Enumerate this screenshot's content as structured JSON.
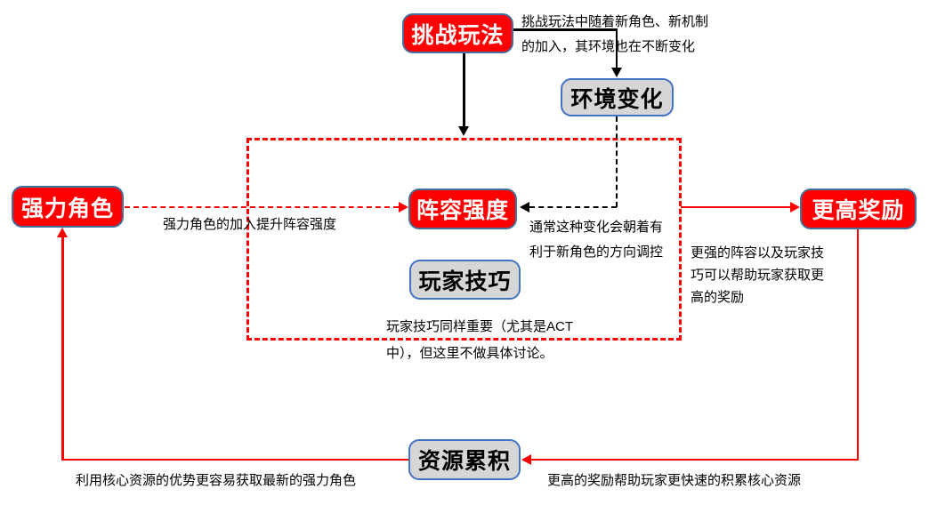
{
  "colors": {
    "node_red_fill": "#fe0000",
    "node_red_border": "#41719c",
    "node_gray_fill": "#d6d6d6",
    "node_gray_border": "#4472c4",
    "line_black": "#000000",
    "line_red": "#fe0000",
    "text_black": "#000000",
    "text_on_red": "#ffffff"
  },
  "nodes": {
    "challenge": {
      "label": "挑战玩法",
      "style": "red"
    },
    "environment": {
      "label": "环境变化",
      "style": "gray"
    },
    "lineup": {
      "label": "阵容强度",
      "style": "red"
    },
    "skill": {
      "label": "玩家技巧",
      "style": "gray"
    },
    "character": {
      "label": "强力角色",
      "style": "red"
    },
    "reward": {
      "label": "更高奖励",
      "style": "red"
    },
    "resource": {
      "label": "资源累积",
      "style": "gray"
    }
  },
  "annotations": {
    "challenge_note": {
      "lines": [
        "挑战玩法中随着新角色、新机制",
        "的加入，其环境也在不断变化"
      ]
    },
    "character_note": {
      "lines": [
        "强力角色的加入提升阵容强度"
      ]
    },
    "environment_note": {
      "lines": [
        "通常这种变化会朝着有",
        "利于新角色的方向调控"
      ]
    },
    "reward_note": {
      "lines": [
        "更强的阵容以及玩家技",
        "巧可以帮助玩家获取更",
        "高的奖励"
      ]
    },
    "skill_note": {
      "lines": [
        "玩家技巧同样重要（尤其是ACT",
        "中），但这里不做具体讨论。"
      ]
    },
    "resource_left_note": {
      "lines": [
        "利用核心资源的优势更容易获取最新的强力角色"
      ]
    },
    "resource_right_note": {
      "lines": [
        "更高的奖励帮助玩家更快速的积累核心资源"
      ]
    }
  }
}
